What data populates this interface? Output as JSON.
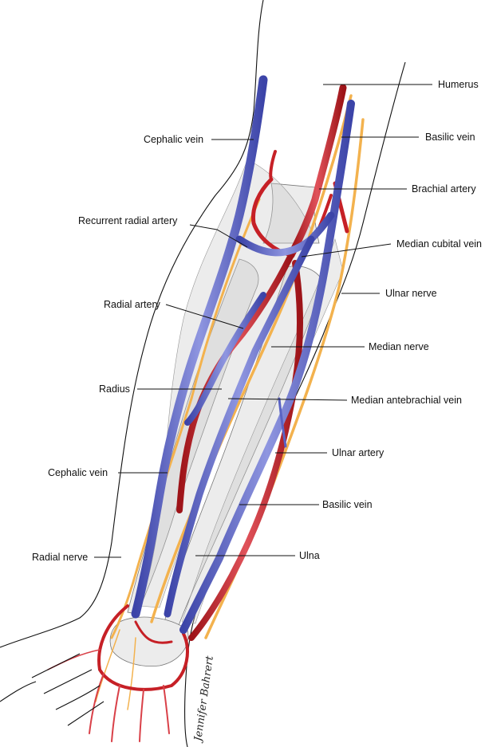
{
  "labels": {
    "humerus": "Humerus",
    "basilic_vein_top": "Basilic vein",
    "cephalic_vein_top": "Cephalic vein",
    "brachial_artery": "Brachial artery",
    "recurrent_radial_artery": "Recurrent radial artery",
    "median_cubital_vein": "Median cubital vein",
    "ulnar_nerve": "Ulnar nerve",
    "radial_artery": "Radial artery",
    "median_nerve": "Median nerve",
    "radius": "Radius",
    "median_antebrachial_vein": "Median antebrachial vein",
    "ulnar_artery": "Ulnar artery",
    "cephalic_vein_bottom": "Cephalic vein",
    "basilic_vein_bottom": "Basilic vein",
    "radial_nerve": "Radial nerve",
    "ulna": "Ulna"
  },
  "signature": "Jennifer Bahrert",
  "colors": {
    "vein": "#5a63c4",
    "vein_highlight": "#8f96e0",
    "artery": "#c62026",
    "artery_highlight": "#e0525a",
    "nerve": "#f3b24e",
    "bone": "#ececec",
    "outline": "#111111"
  }
}
